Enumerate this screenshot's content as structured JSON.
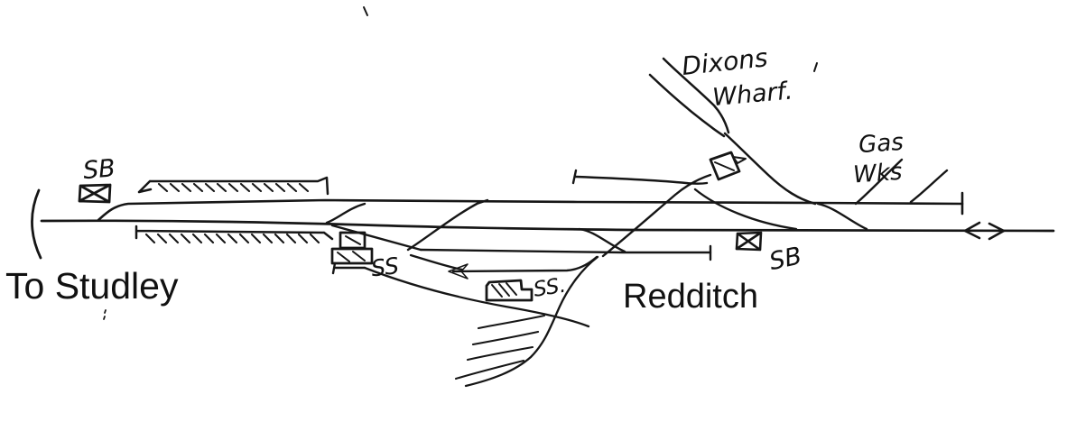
{
  "page": {
    "background": "#ffffff",
    "ink": "#161616"
  },
  "labels": {
    "to_studley": "To Studley",
    "redditch": "Redditch",
    "sb_left": "SB",
    "sb_right": "SB",
    "ss_station_shed": "SS",
    "ss_yard_shed": "SS.",
    "dixons": "Dixons",
    "wharf": "Wharf.",
    "gas": "Gas",
    "wks": "Wks"
  },
  "symbols": {
    "signal_box_left": "crossed-box",
    "signal_box_right": "crossed-box",
    "station_shed": "hatched-box",
    "yard_shed": "hatched-box",
    "wagon_turntable": "tilted-crossed-box",
    "platforms": "hatched-strip",
    "line_continues": "double-arrow"
  }
}
